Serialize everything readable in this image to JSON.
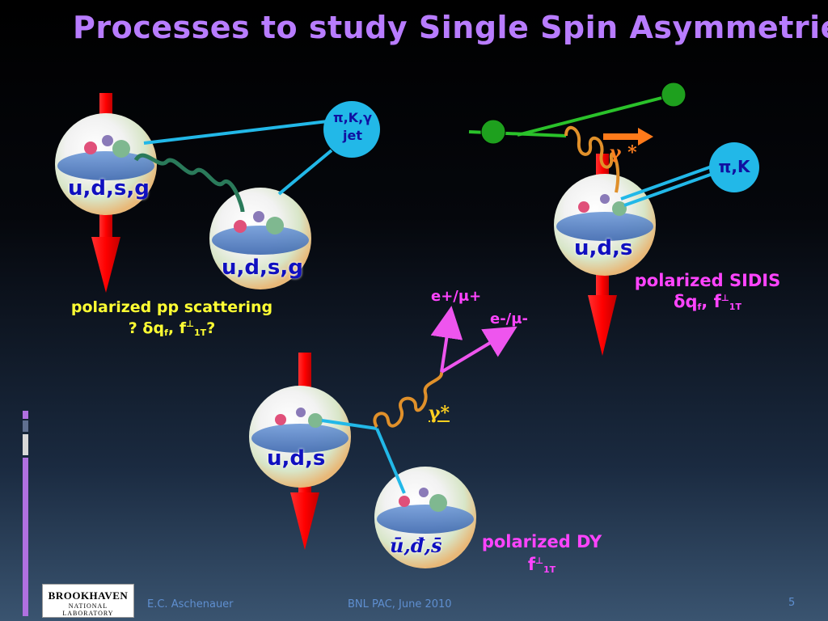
{
  "title": "Processes to study Single Spin Asymmetries",
  "pp": {
    "caption_line1": "polarized pp scattering",
    "caption_line2_prefix": "? δq",
    "caption_f_sub": "f",
    "caption_mid": ", f",
    "caption_perp": "⊥",
    "caption_sub": "1T",
    "caption_suffix": "?",
    "proton1_label": "u,d,s,g",
    "proton2_label": "u,d,s,g",
    "final_state_line1": "π,K,γ",
    "final_state_line2": "jet"
  },
  "sidis": {
    "caption_line1": "polarized SIDIS",
    "caption_prefix": "δq",
    "caption_f_sub": "f",
    "caption_mid": ", f",
    "caption_perp": "⊥",
    "caption_sub": "1T",
    "proton_label": "u,d,s",
    "hadron_label": "π,K",
    "photon_label": "γ *"
  },
  "dy": {
    "lepton_plus": "e+/μ+",
    "lepton_minus": "e-/μ-",
    "photon_label": "γ*",
    "proton_label": "u,d,s",
    "antiquark_label": "ū,đ,s̄",
    "caption_line1": "polarized DY",
    "caption_f": "f",
    "caption_perp": "⊥",
    "caption_sub": "1T"
  },
  "footer": {
    "author": "E.C. Aschenauer",
    "event": "BNL PAC, June 2010",
    "page": "5",
    "logo_line1": "BROOKHAVEN",
    "logo_line2": "NATIONAL LABORATORY"
  },
  "colors": {
    "title": "#b87cff",
    "caption_yellow": "#ffff33",
    "caption_magenta": "#ff44ff",
    "quark_label": "#1010c0",
    "arrow_red": "#ff1a1a",
    "jet_line": "#22b8e8",
    "lepton_line": "#ee55ee",
    "gluon": "#2a7a5a",
    "photon": "#e0902a"
  }
}
